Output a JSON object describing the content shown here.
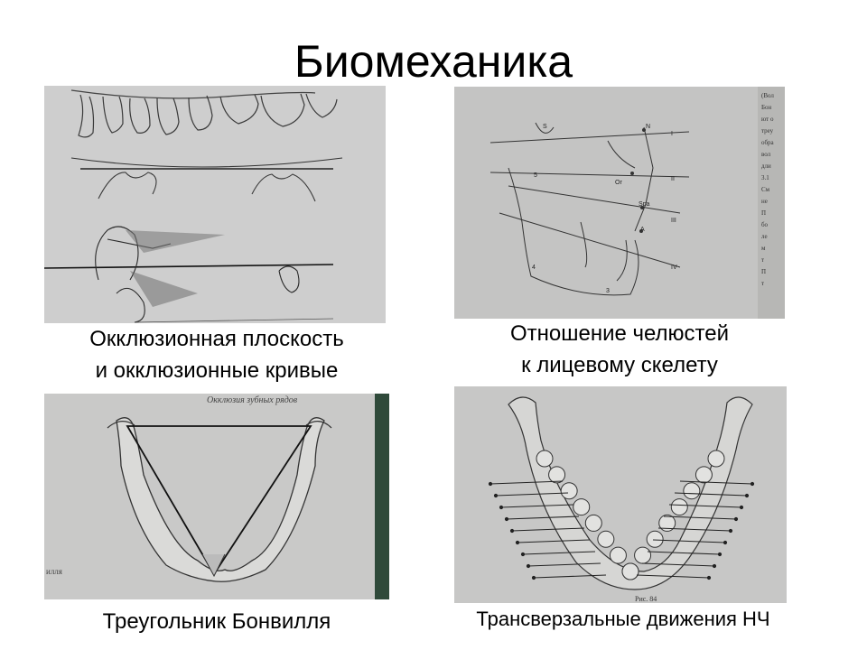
{
  "slide": {
    "title": "Биомеханика"
  },
  "figures": [
    {
      "caption_lines": [
        "Окклюзионная плоскость",
        "и окклюзионные кривые"
      ]
    },
    {
      "caption_lines": [
        "Отношение челюстей",
        "к лицевому скелету"
      ],
      "labels": {
        "s": "S",
        "n": "N",
        "or": "Or",
        "spa": "Spa",
        "a": "A",
        "i": "I",
        "ii": "II",
        "iii": "III",
        "iv": "IV",
        "num4": "4",
        "num3": "3",
        "num5": "5"
      },
      "side_text": [
        "(Вол",
        "Бон",
        "ют о",
        "треу",
        "обра",
        "вол",
        "дли",
        "3.1",
        "См",
        "не",
        "П",
        "бо",
        "ле",
        "м",
        "т",
        "П",
        "т"
      ]
    },
    {
      "caption_lines": [
        "Треугольник Бонвилля"
      ],
      "header_text": "Окклюзия зубных рядов",
      "corner_text": "илля"
    },
    {
      "caption_lines": [
        "Трансверзальные движения НЧ"
      ],
      "figure_label": "Рис. 84"
    }
  ]
}
